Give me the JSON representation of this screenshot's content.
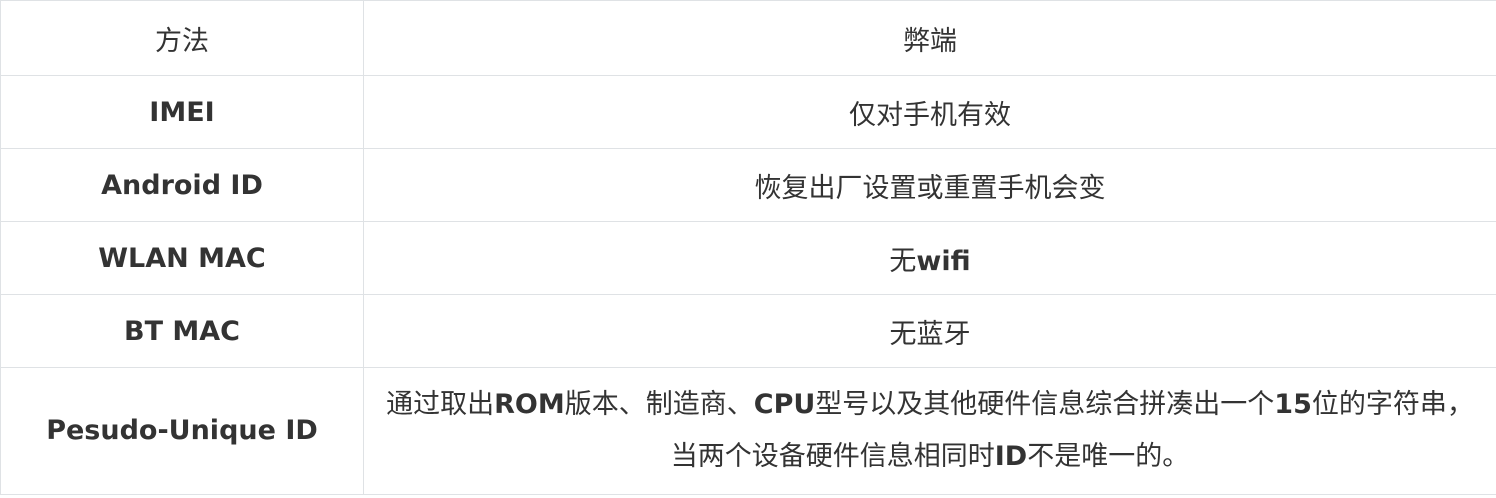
{
  "table": {
    "headers": {
      "method": "方法",
      "drawback": "弊端"
    },
    "rows": [
      {
        "method": "IMEI",
        "drawback": [
          {
            "text": "仅对手机有效",
            "bold": false
          }
        ]
      },
      {
        "method": "Android ID",
        "drawback": [
          {
            "text": "恢复出厂设置或重置手机会变",
            "bold": false
          }
        ]
      },
      {
        "method": "WLAN MAC",
        "drawback": [
          {
            "text": "无",
            "bold": false
          },
          {
            "text": "wifi",
            "bold": true
          }
        ]
      },
      {
        "method": "BT MAC",
        "drawback": [
          {
            "text": "无蓝牙",
            "bold": false
          }
        ]
      },
      {
        "method": "Pesudo-Unique ID",
        "drawback": [
          {
            "text": "通过取出",
            "bold": false
          },
          {
            "text": "ROM",
            "bold": true
          },
          {
            "text": "版本、制造商、",
            "bold": false
          },
          {
            "text": "CPU",
            "bold": true
          },
          {
            "text": "型号以及其他硬件信息综合拼凑出一个",
            "bold": false
          },
          {
            "text": "15",
            "bold": true
          },
          {
            "text": "位的字符串，当两个设备硬件信息相同时",
            "bold": false
          },
          {
            "text": "ID",
            "bold": true
          },
          {
            "text": "不是唯一的。",
            "bold": false
          }
        ]
      }
    ]
  }
}
